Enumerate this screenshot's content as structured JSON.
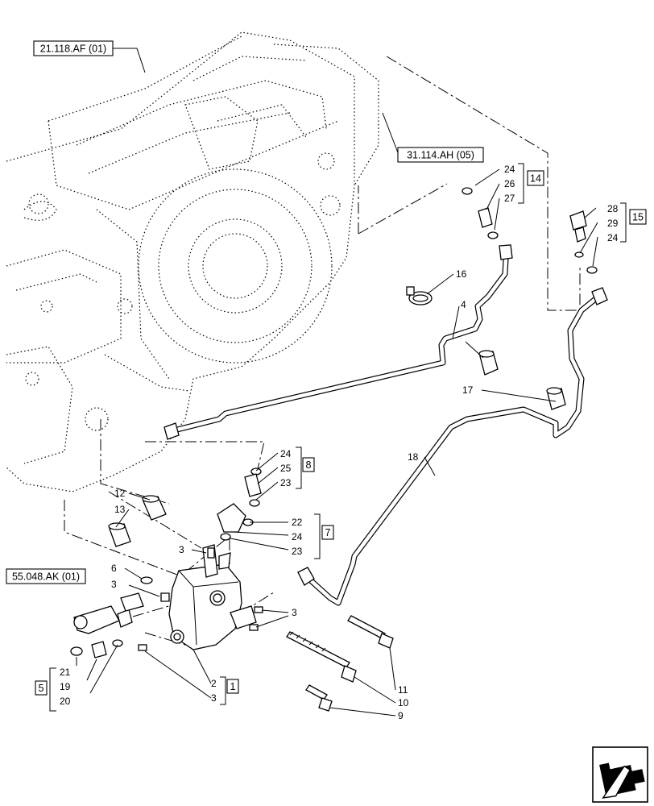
{
  "references": {
    "ref_21118": "21.118.AF (01)",
    "ref_31114": "31.114.AH (05)",
    "ref_55048": "55.048.AK (01)"
  },
  "groups": {
    "g14": "14",
    "g15": "15",
    "g8": "8",
    "g7": "7",
    "g5": "5",
    "g1": "1"
  },
  "callouts": {
    "c24a": "24",
    "c26": "26",
    "c27": "27",
    "c28": "28",
    "c29": "29",
    "c24b": "24",
    "c16": "16",
    "c4": "4",
    "c17": "17",
    "c18": "18",
    "c24c": "24",
    "c25": "25",
    "c23a": "23",
    "c22": "22",
    "c24d": "24",
    "c23b": "23",
    "c12": "12",
    "c13": "13",
    "c3a": "3",
    "c6": "6",
    "c3b": "3",
    "c3c": "3",
    "c21": "21",
    "c19": "19",
    "c20": "20",
    "c2": "2",
    "c3d": "3",
    "c11": "11",
    "c10": "10",
    "c9": "9"
  },
  "icons": {
    "nav": "arrow-back-icon"
  }
}
